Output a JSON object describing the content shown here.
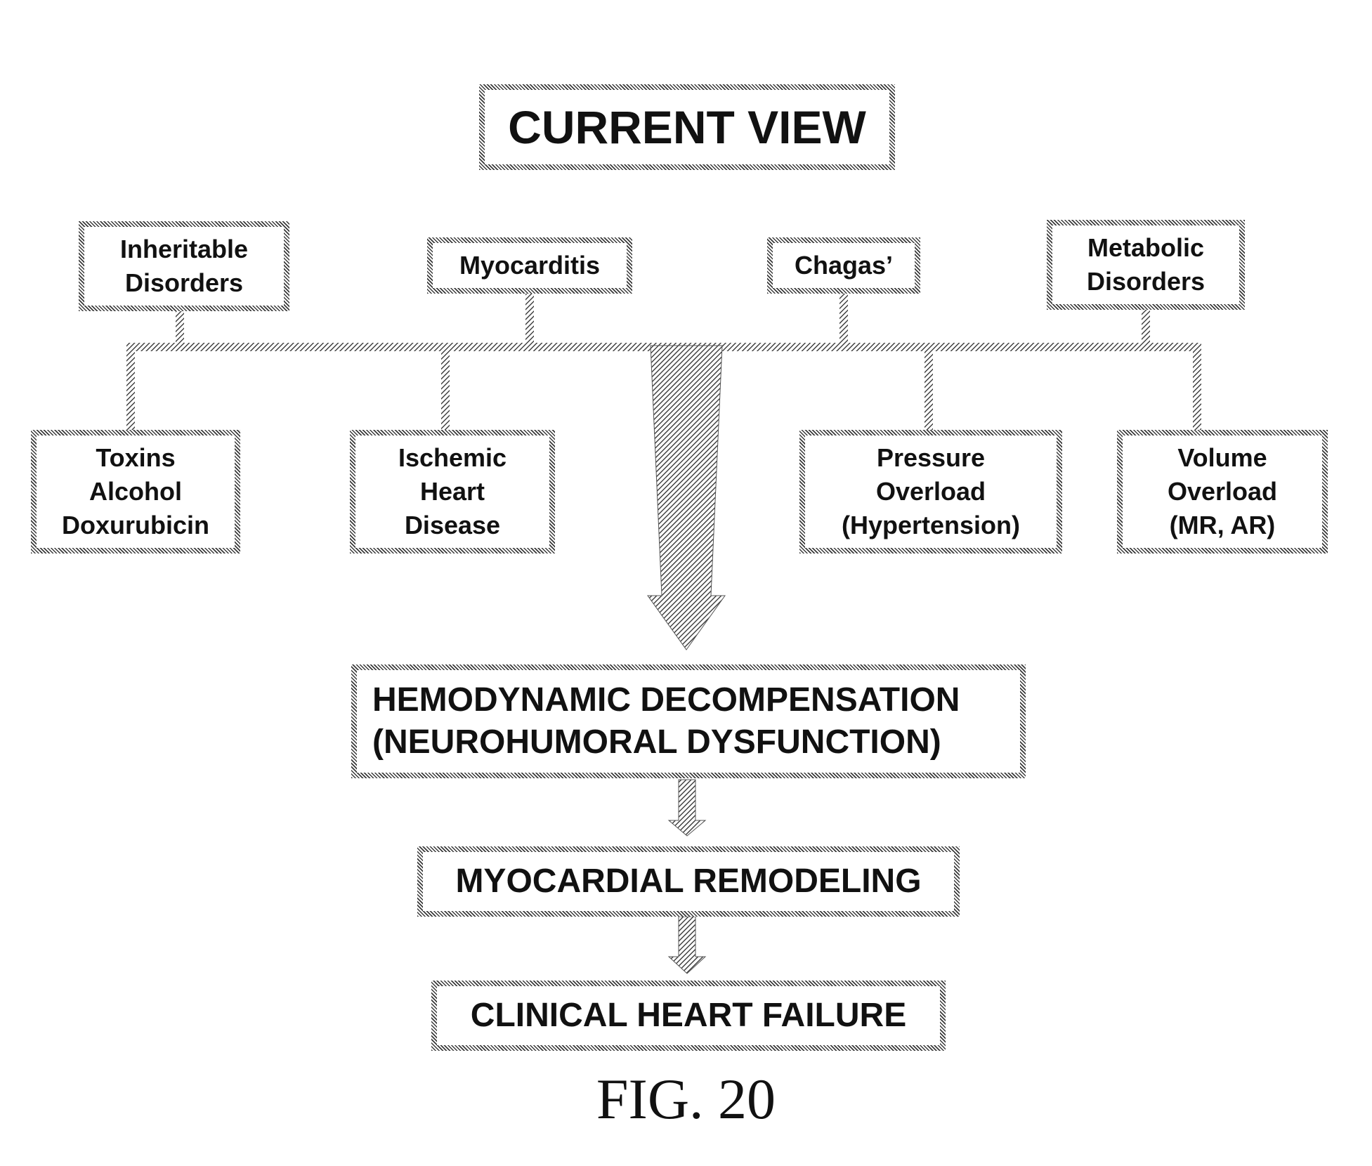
{
  "title": "CURRENT VIEW",
  "causes_top": [
    {
      "id": "inheritable",
      "label": "Inheritable\nDisorders"
    },
    {
      "id": "myocarditis",
      "label": "Myocarditis"
    },
    {
      "id": "chagas",
      "label": "Chagas’"
    },
    {
      "id": "metabolic",
      "label": "Metabolic\nDisorders"
    }
  ],
  "causes_bottom": [
    {
      "id": "toxins",
      "label": "Toxins\nAlcohol\nDoxurubicin"
    },
    {
      "id": "ischemic",
      "label": "Ischemic\nHeart\nDisease"
    },
    {
      "id": "pressure",
      "label": "Pressure\nOverload\n(Hypertension)"
    },
    {
      "id": "volume",
      "label": "Volume\nOverload\n(MR, AR)"
    }
  ],
  "stages": [
    {
      "id": "hemodynamic",
      "label": "HEMODYNAMIC DECOMPENSATION\n(NEUROHUMORAL DYSFUNCTION)"
    },
    {
      "id": "remodeling",
      "label": "MYOCARDIAL REMODELING"
    },
    {
      "id": "failure",
      "label": "CLINICAL HEART FAILURE"
    }
  ],
  "figure_label": "FIG. 20"
}
